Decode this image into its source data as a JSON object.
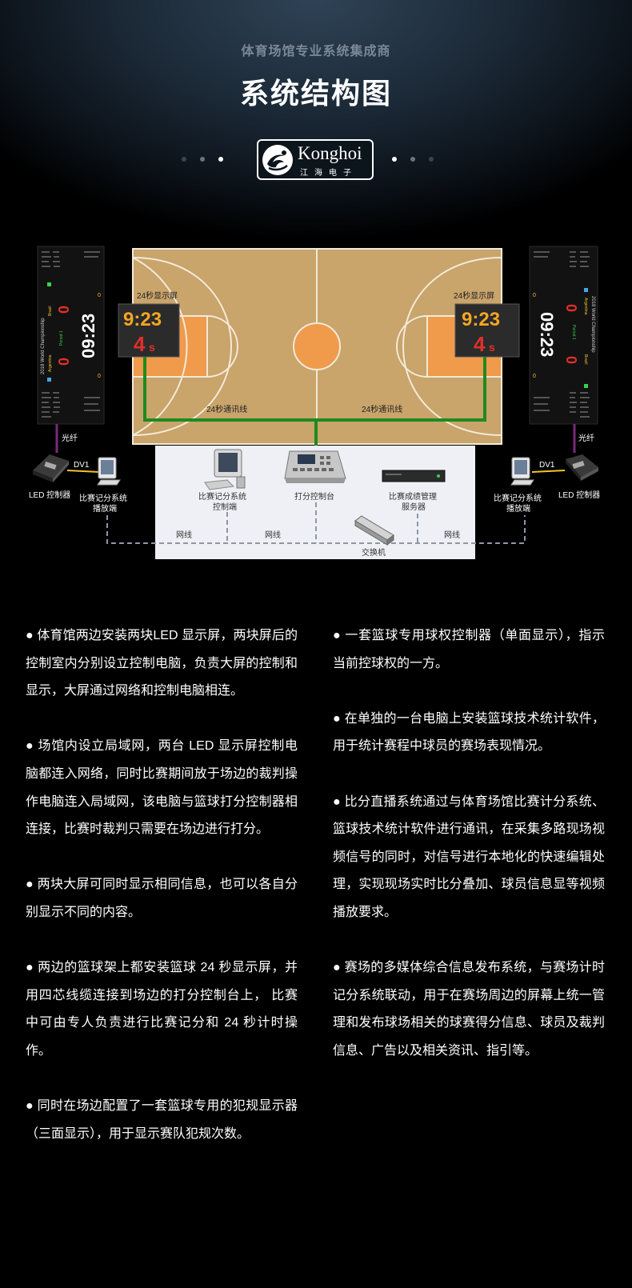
{
  "header": {
    "subtitle": "体育场馆专业系统集成商",
    "title": "系统结构图",
    "dots_left": [
      "#3a4552",
      "#6a7480",
      "#ffffff"
    ],
    "dots_right": [
      "#ffffff",
      "#6a7480",
      "#3a4552"
    ]
  },
  "logo": {
    "name": "Konghoi",
    "cn": "江海电子"
  },
  "diagram": {
    "left_screen": {
      "title": "2018 World Championship",
      "team_a": "Argentina",
      "team_b": "Brazil",
      "score_a": "0",
      "score_b": "0",
      "clock": "09:23",
      "period": "Period 1",
      "fouls_a": "0",
      "fouls_b": "0"
    },
    "right_screen": {
      "title": "2018 World Championship",
      "team_a": "Argentina",
      "team_b": "Brazil",
      "score_a": "0",
      "score_b": "0",
      "clock": "09:23",
      "period": "Period 1",
      "fouls_a": "0",
      "fouls_b": "0"
    },
    "shot_clock_label_left": "24秒显示屏",
    "shot_clock_label_right": "24秒显示屏",
    "shot_clock_time": "9:23",
    "shot_clock_seconds": "4",
    "shot_clock_unit": "s",
    "comm_line_left": "24秒通讯线",
    "comm_line_right": "24秒通讯线",
    "fiber_left": "光纤",
    "fiber_right": "光纤",
    "dvi_left": "DV1",
    "dvi_right": "DV1",
    "led_controller_left": "LED 控制器",
    "led_controller_right": "LED 控制器",
    "playback_left": [
      "比赛记分系统",
      "播放端"
    ],
    "playback_right": [
      "比赛记分系统",
      "播放端"
    ],
    "control_end": [
      "比赛记分系统",
      "控制端"
    ],
    "scoring_console": "打分控制台",
    "server": [
      "比赛成绩管理",
      "服务器"
    ],
    "network_labels": [
      "网线",
      "网线",
      "网线"
    ],
    "switch": "交换机"
  },
  "content": {
    "left": [
      "●  体育馆两边安装两块LED 显示屏，两块屏后的控制室内分别设立控制电脑，负责大屏的控制和显示，大屏通过网络和控制电脑相连。",
      "● 场馆内设立局域网，两台 LED 显示屏控制电脑都连入网络，同时比赛期间放于场边的裁判操作电脑连入局域网，该电脑与篮球打分控制器相连接，比赛时裁判只需要在场边进行打分。",
      "●  两块大屏可同时显示相同信息，也可以各自分别显示不同的内容。",
      "●   两边的篮球架上都安装篮球  24  秒显示屏，并用四芯线缆连接到场边的打分控制台上， 比赛中可由专人负责进行比赛记分和 24 秒计时操作。",
      "●  同时在场边配置了一套篮球专用的犯规显示器（三面显示），用于显示赛队犯规次数。"
    ],
    "right": [
      "●  一套篮球专用球权控制器（单面显示），指示当前控球权的一方。",
      "●  在单独的一台电脑上安装篮球技术统计软件，用于统计赛程中球员的赛场表现情况。",
      "● 比分直播系统通过与体育场馆比赛计分系统、篮球技术统计软件进行通讯，在采集多路现场视频信号的同时，对信号进行本地化的快速编辑处理，实现现场实时比分叠加、球员信息显等视频播放要求。",
      "● 赛场的多媒体综合信息发布系统，与赛场计时记分系统联动，用于在赛场周边的屏幕上统一管理和发布球场相关的球赛得分信息、球员及裁判信息、广告以及相关资讯、指引等。"
    ]
  }
}
